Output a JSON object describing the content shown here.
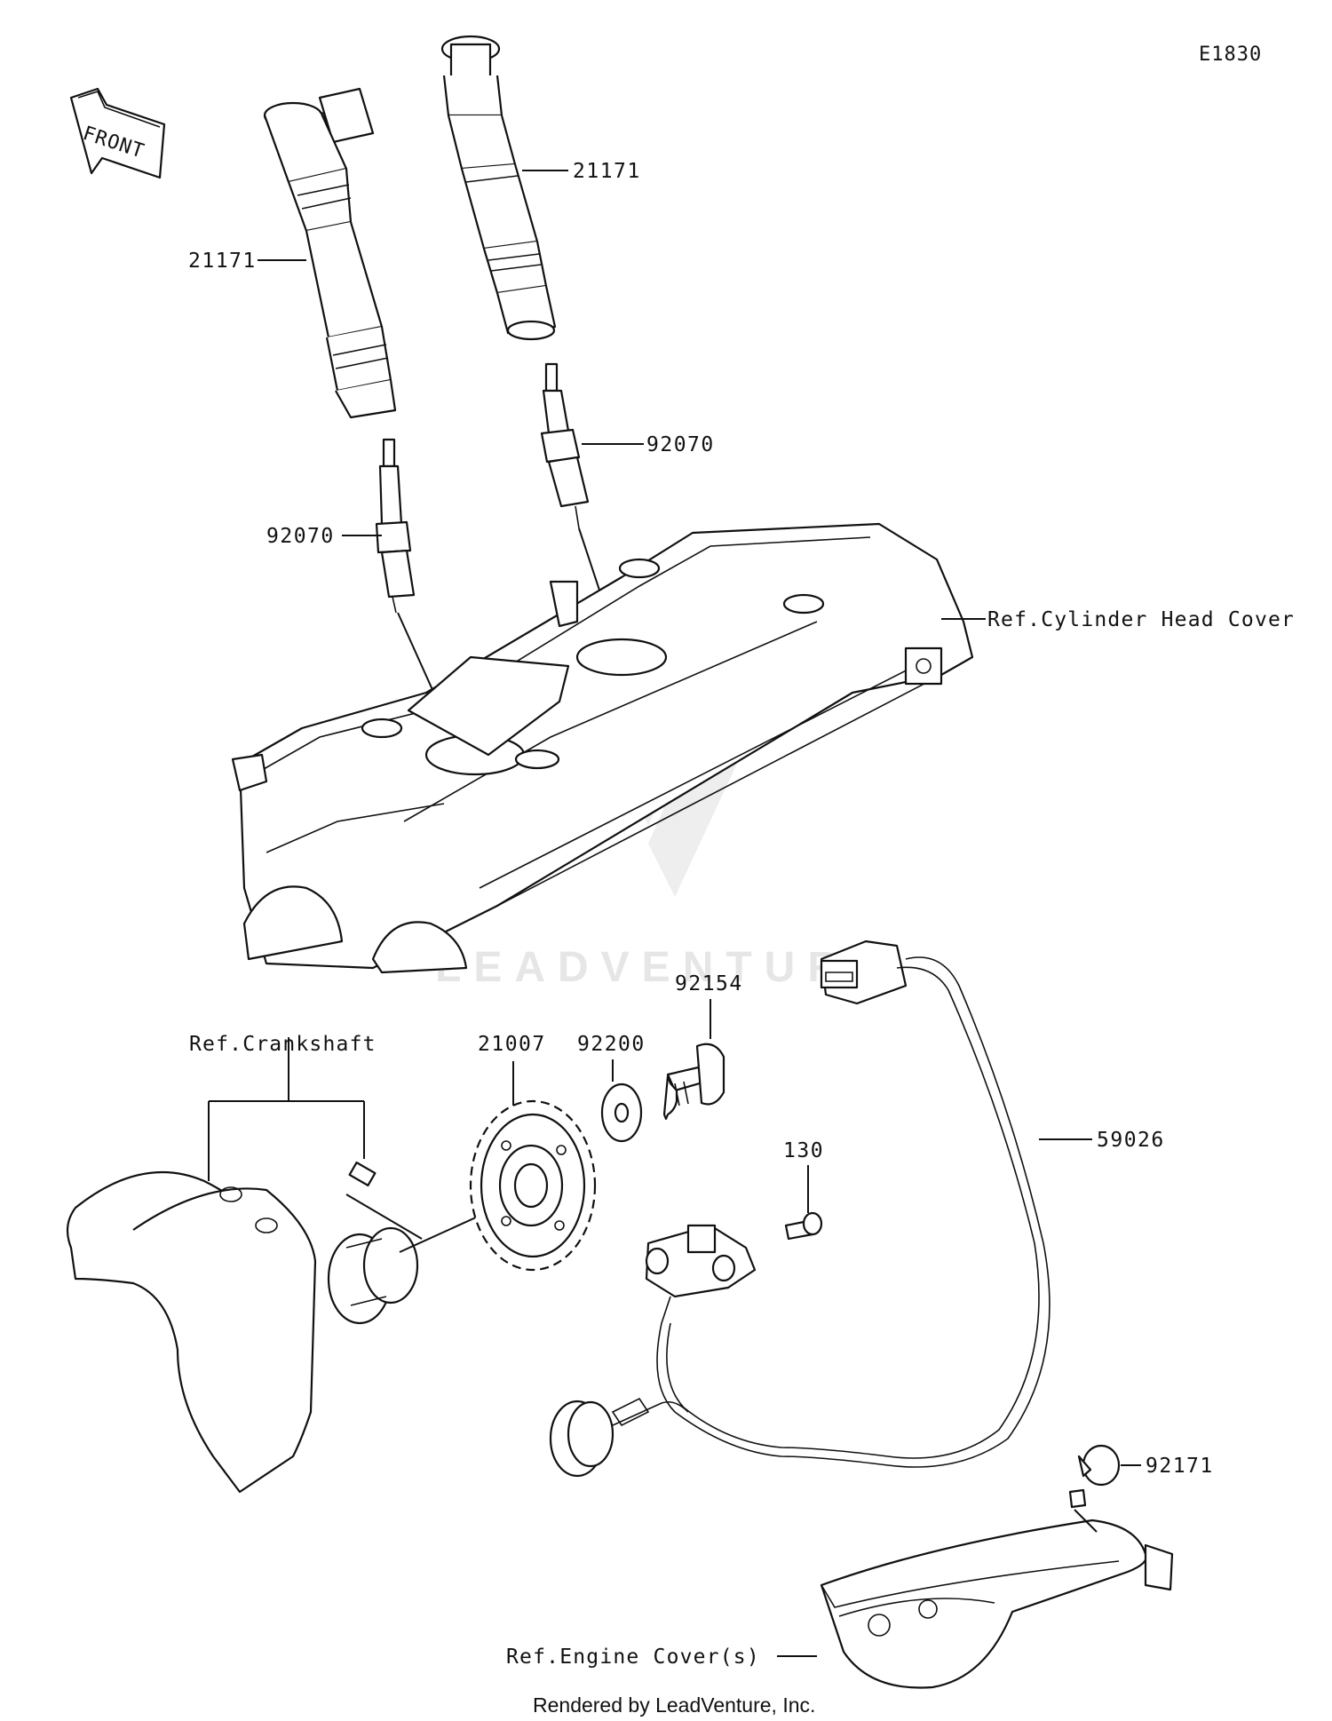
{
  "diagram_code": "E1830",
  "front_label": "FRONT",
  "watermark": "LEADVENTURE",
  "footer": "Rendered by LeadVenture, Inc.",
  "parts": {
    "coil_left": "21171",
    "coil_right": "21171",
    "plug_left": "92070",
    "plug_right": "92070",
    "rotor": "21007",
    "washer": "92200",
    "bolt_rotor": "92154",
    "bolt_sensor": "130",
    "harness": "59026",
    "grommet": "92171"
  },
  "refs": {
    "cylinder_head_cover": "Ref.Cylinder Head Cover",
    "crankshaft": "Ref.Crankshaft",
    "engine_covers": "Ref.Engine Cover(s)"
  }
}
